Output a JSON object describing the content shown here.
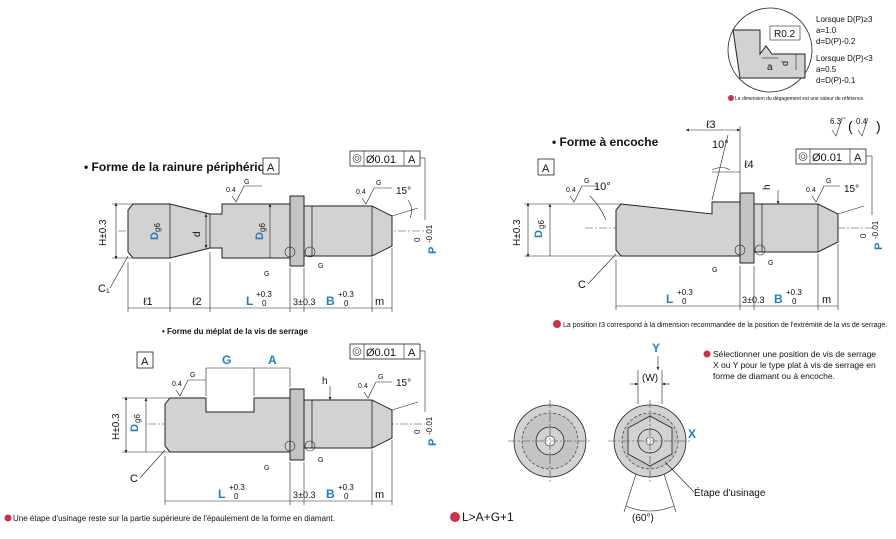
{
  "section1": {
    "title": "• Forme de la rainure périphérique",
    "datum": "A",
    "tolerance": "Ø0.01",
    "tolerance_datum": "A",
    "labels": {
      "G": "G",
      "r04": "0.4",
      "r04b": "0.4",
      "H": "H±0.3",
      "Dg6": "D",
      "g6": "g6",
      "d": "d",
      "Dg6b": "D",
      "g6b": "g6",
      "P": "P",
      "P_tol_top": "0",
      "P_tol_bot": "-0.01",
      "C1": "C₁",
      "l1": "ℓ1",
      "l2": "ℓ2",
      "L": "L",
      "L_tol_top": "+0.3",
      "L_tol_bot": "0",
      "three": "3±0.3",
      "B": "B",
      "B_tol_top": "+0.3",
      "B_tol_bot": "0",
      "m": "m",
      "angle": "15°"
    }
  },
  "section2": {
    "title": "• Forme du méplat de la vis de serrage",
    "datum": "A",
    "tolerance": "Ø0.01",
    "tolerance_datum": "A",
    "labels": {
      "G": "G",
      "A": "A",
      "h": "h",
      "H": "H±0.3",
      "D": "D",
      "g6": "g6",
      "C": "C",
      "L": "L",
      "L_tol_top": "+0.3",
      "L_tol_bot": "0",
      "three": "3±0.3",
      "B": "B",
      "B_tol_top": "+0.3",
      "B_tol_bot": "0",
      "m": "m",
      "P": "P",
      "P_tol_top": "0",
      "P_tol_bot": "-0.01",
      "angle": "15°",
      "r04": "0.4"
    }
  },
  "section3": {
    "title": "• Forme à encoche",
    "datum": "A",
    "tolerance": "Ø0.01",
    "tolerance_datum": "A",
    "labels": {
      "l3": "ℓ3",
      "l4": "ℓ4",
      "angle10a": "10°",
      "angle10b": "10°",
      "h": "h",
      "H": "H±0.3",
      "D": "D",
      "g6": "g6",
      "C": "C",
      "L": "L",
      "L_tol_top": "+0.3",
      "L_tol_bot": "0",
      "three": "3±0.3",
      "B": "B",
      "B_tol_top": "+0.3",
      "B_tol_bot": "0",
      "m": "m",
      "P": "P",
      "P_tol_top": "0",
      "P_tol_bot": "-0.01",
      "angle": "15°",
      "G": "G",
      "r04": "0.4"
    },
    "note": "La position ℓ3 correspond à la dimension recommandée de la position de l'extrémité de la vis de serrage."
  },
  "detail": {
    "r": "R0.2",
    "a": "a",
    "d": "d",
    "lines": [
      "Lorsque D(P)≥3",
      "a=1.0",
      "d=D(P)-0.2",
      "Lorsque D(P)<3",
      "a=0.5",
      "d=D(P)-0.1"
    ],
    "note": "La dimension du dégagement est une valeur de référence."
  },
  "surface": {
    "v1": "6.3",
    "v2": "0.4"
  },
  "views": {
    "Y": "Y",
    "W": "(W)",
    "X": "X",
    "angle": "(60°)",
    "step": "Étape d'usinage",
    "note": [
      "Sélectionner une position de vis de serrage",
      "X ou Y pour le type plat à vis de serrage en",
      "forme de diamant ou à encoche."
    ]
  },
  "footer": {
    "note": "Une étape d'usinage reste sur la partie supérieure de l'épaulement de la forme en diamant.",
    "formula": "L>A+G+1"
  }
}
